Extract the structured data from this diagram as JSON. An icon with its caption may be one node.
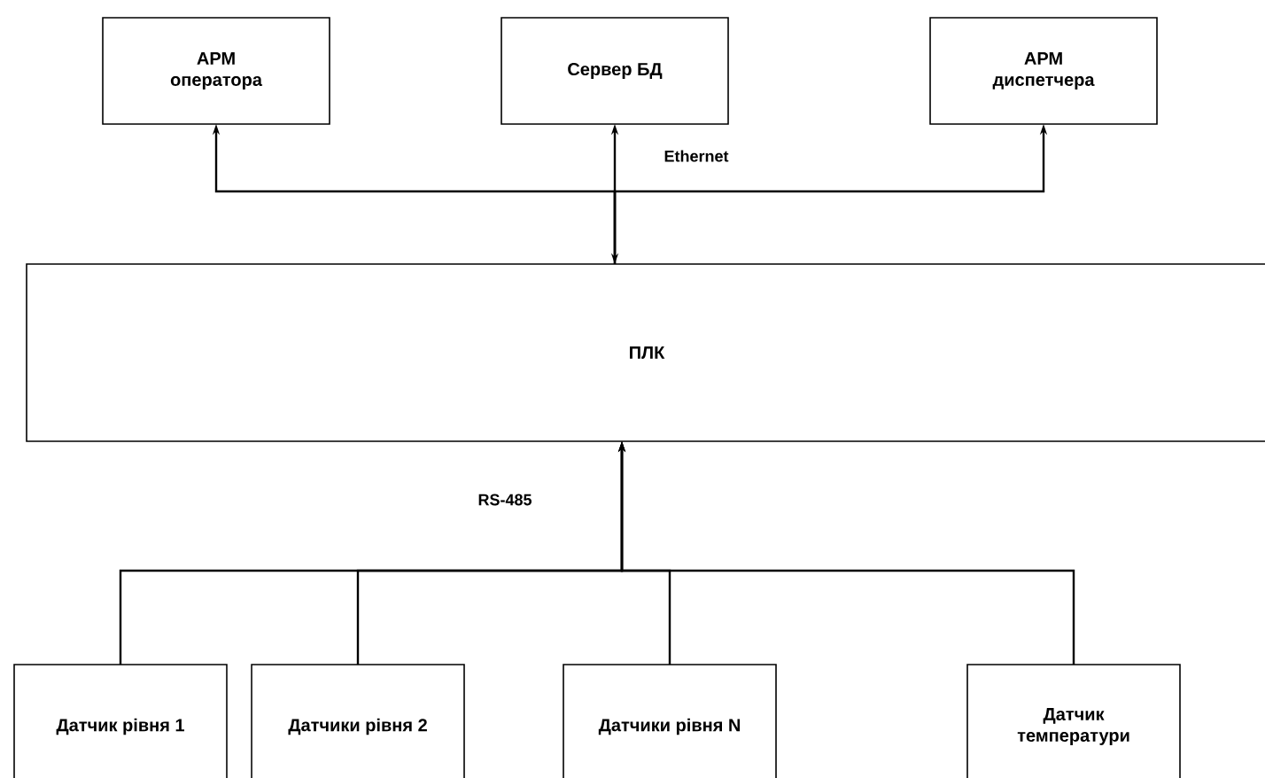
{
  "diagram": {
    "nodes": [
      {
        "text": [
          "АРМ оператора"
        ]
      },
      {
        "text": [
          "Сервер БД"
        ]
      },
      {
        "text": [
          "АРМ диспетчера"
        ]
      },
      {
        "text": [
          "ПЛК"
        ]
      },
      {
        "text": [
          "Датчик рівня 1"
        ]
      },
      {
        "text": [
          "Датчики рівня 2"
        ]
      },
      {
        "text": [
          "Датчики рівня N"
        ]
      },
      {
        "text": [
          "Датчик температури"
        ]
      }
    ],
    "edges": [
      {
        "from": 3,
        "to": 0,
        "arrow": "to"
      },
      {
        "from": 3,
        "to": 1,
        "arrow": "both"
      },
      {
        "from": 3,
        "to": 2,
        "arrow": "to"
      },
      {
        "from": 4,
        "to": 3,
        "arrow": "to"
      },
      {
        "from": 5,
        "to": 3,
        "arrow": "to"
      },
      {
        "from": 6,
        "to": 3,
        "arrow": "to"
      },
      {
        "from": 7,
        "to": 3,
        "arrow": "to"
      }
    ],
    "labels": [
      "Ethernet",
      "RS-485"
    ]
  }
}
